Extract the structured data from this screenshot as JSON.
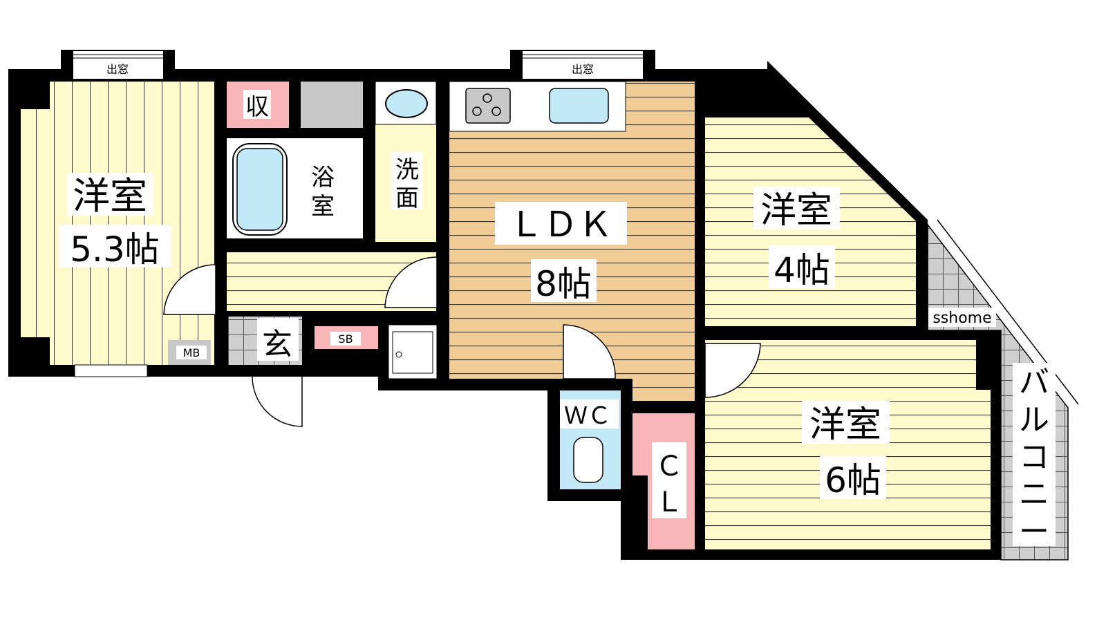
{
  "rooms": {
    "western_left": {
      "name": "洋室",
      "size": "5.3帖"
    },
    "storage": {
      "name": "収"
    },
    "bath": {
      "name1": "浴",
      "name2": "室"
    },
    "washroom": {
      "name1": "洗",
      "name2": "面"
    },
    "entrance": {
      "name": "玄"
    },
    "meter_box": {
      "name": "MB"
    },
    "shoe_box": {
      "name": "SB"
    },
    "ldk": {
      "name": "ＬＤＫ",
      "size": "8帖"
    },
    "western_4": {
      "name": "洋室",
      "size": "4帖"
    },
    "western_6": {
      "name": "洋室",
      "size": "6帖"
    },
    "wc": {
      "name": "ＷＣ"
    },
    "closet": {
      "name1": "Ｃ",
      "name2": "Ｌ"
    },
    "balcony": {
      "chars": [
        "バ",
        "ル",
        "コ",
        "ニ",
        "ー"
      ]
    }
  },
  "bay_windows": [
    "出窓",
    "出窓"
  ],
  "watermark": "sshome",
  "colors": {
    "wall": "#000000",
    "western_floor": "#FFF9CC",
    "ldk_floor": "#F0CC96",
    "storage_pink": "#F8B6B8",
    "gray": "#C8C8C8",
    "water_blue": "#C3E8F8"
  }
}
